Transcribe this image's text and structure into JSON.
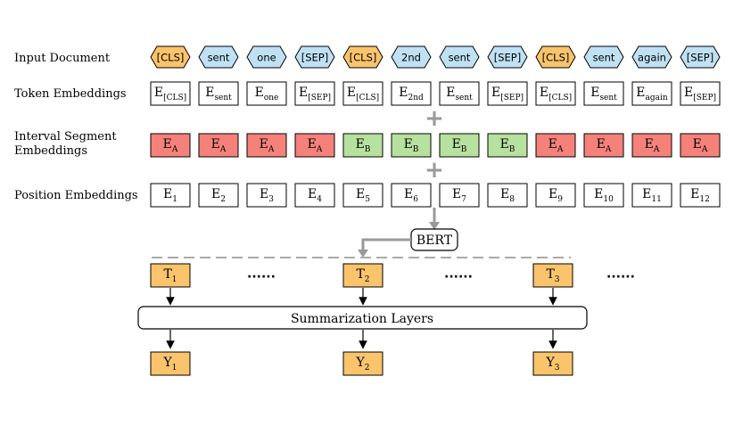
{
  "row_labels": {
    "input": "Input Document",
    "token": "Token Embeddings",
    "segment_line1": "Interval Segment",
    "segment_line2": "Embeddings",
    "position": "Position Embeddings"
  },
  "tokens": [
    {
      "text": "[CLS]",
      "kind": "cls"
    },
    {
      "text": "sent",
      "kind": "word"
    },
    {
      "text": "one",
      "kind": "word"
    },
    {
      "text": "[SEP]",
      "kind": "word"
    },
    {
      "text": "[CLS]",
      "kind": "cls"
    },
    {
      "text": "2nd",
      "kind": "word"
    },
    {
      "text": "sent",
      "kind": "word"
    },
    {
      "text": "[SEP]",
      "kind": "word"
    },
    {
      "text": "[CLS]",
      "kind": "cls"
    },
    {
      "text": "sent",
      "kind": "word"
    },
    {
      "text": "again",
      "kind": "word"
    },
    {
      "text": "[SEP]",
      "kind": "word"
    }
  ],
  "token_embeddings": [
    {
      "base": "E",
      "sub": "[CLS]"
    },
    {
      "base": "E",
      "sub": "sent"
    },
    {
      "base": "E",
      "sub": "one"
    },
    {
      "base": "E",
      "sub": "[SEP]"
    },
    {
      "base": "E",
      "sub": "[CLS]"
    },
    {
      "base": "E",
      "sub": "2nd"
    },
    {
      "base": "E",
      "sub": "sent"
    },
    {
      "base": "E",
      "sub": "[SEP]"
    },
    {
      "base": "E",
      "sub": "[CLS]"
    },
    {
      "base": "E",
      "sub": "sent"
    },
    {
      "base": "E",
      "sub": "again"
    },
    {
      "base": "E",
      "sub": "[SEP]"
    }
  ],
  "segment_embeddings": [
    {
      "base": "E",
      "sub": "A"
    },
    {
      "base": "E",
      "sub": "A"
    },
    {
      "base": "E",
      "sub": "A"
    },
    {
      "base": "E",
      "sub": "A"
    },
    {
      "base": "E",
      "sub": "B"
    },
    {
      "base": "E",
      "sub": "B"
    },
    {
      "base": "E",
      "sub": "B"
    },
    {
      "base": "E",
      "sub": "B"
    },
    {
      "base": "E",
      "sub": "A"
    },
    {
      "base": "E",
      "sub": "A"
    },
    {
      "base": "E",
      "sub": "A"
    },
    {
      "base": "E",
      "sub": "A"
    }
  ],
  "position_embeddings": [
    {
      "base": "E",
      "sub": "1"
    },
    {
      "base": "E",
      "sub": "2"
    },
    {
      "base": "E",
      "sub": "3"
    },
    {
      "base": "E",
      "sub": "4"
    },
    {
      "base": "E",
      "sub": "5"
    },
    {
      "base": "E",
      "sub": "6"
    },
    {
      "base": "E",
      "sub": "7"
    },
    {
      "base": "E",
      "sub": "8"
    },
    {
      "base": "E",
      "sub": "9"
    },
    {
      "base": "E",
      "sub": "10"
    },
    {
      "base": "E",
      "sub": "11"
    },
    {
      "base": "E",
      "sub": "12"
    }
  ],
  "plus_symbol": "+",
  "bert_label": "BERT",
  "outputs_t": [
    {
      "base": "T",
      "sub": "1"
    },
    {
      "base": "T",
      "sub": "2"
    },
    {
      "base": "T",
      "sub": "3"
    }
  ],
  "ellipsis": "······",
  "summarization_label": "Summarization Layers",
  "outputs_y": [
    {
      "base": "Y",
      "sub": "1"
    },
    {
      "base": "Y",
      "sub": "2"
    },
    {
      "base": "Y",
      "sub": "3"
    }
  ],
  "colors": {
    "cls_fill": "#f9c46b",
    "word_fill": "#bfe1f3",
    "segment_a_fill": "#f4827a",
    "segment_b_fill": "#b7e19e",
    "output_fill": "#f9c46b",
    "arrow_gray": "#999999",
    "dash_gray": "#aaaaaa",
    "stroke": "#000000"
  }
}
